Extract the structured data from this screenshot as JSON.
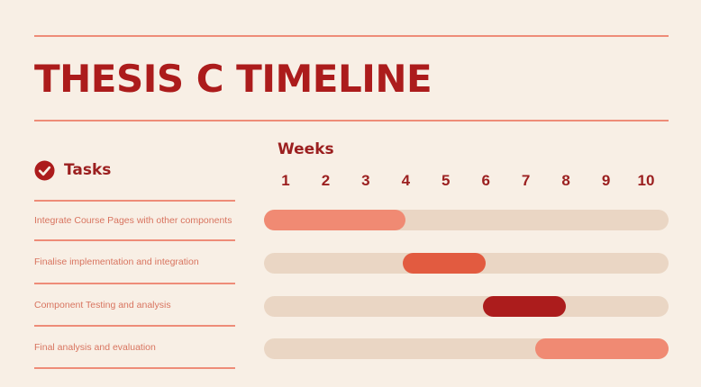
{
  "title": "THESIS C TIMELINE",
  "tasks_header": {
    "label": "Tasks",
    "icon": "check-circle-icon"
  },
  "colors": {
    "background": "#f8efe5",
    "accent": "#ac1c1c",
    "rule": "#ee8c78",
    "track": "#ead6c4"
  },
  "chart_data": {
    "type": "gantt",
    "xlabel": "Weeks",
    "weeks": [
      "1",
      "2",
      "3",
      "4",
      "5",
      "6",
      "7",
      "8",
      "9",
      "10"
    ],
    "xlim": [
      1,
      10
    ],
    "tasks": [
      {
        "name": "Integrate Course Pages with other components",
        "start": 1,
        "end": 4,
        "color": "#f08a73"
      },
      {
        "name": "Finalise implementation and integration",
        "start": 4,
        "end": 6,
        "color": "#e25b40"
      },
      {
        "name": "Component Testing and analysis",
        "start": 6,
        "end": 8,
        "color": "#ac1c1c"
      },
      {
        "name": "Final analysis and evaluation",
        "start": 7.3,
        "end": 10,
        "color": "#f08a73"
      }
    ]
  }
}
